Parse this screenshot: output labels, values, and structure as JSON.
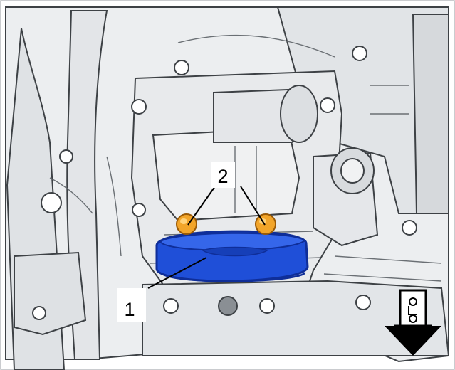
{
  "diagram": {
    "callouts": [
      {
        "id": "1",
        "label": "1",
        "part": "blue-cover"
      },
      {
        "id": "2",
        "label": "2",
        "part": "orange-bolts"
      }
    ],
    "colors": {
      "background": "#ffffff",
      "casting": "#e6e8ea",
      "casting_shadow": "#c9cdd1",
      "outline": "#3d4145",
      "highlight_part": "#1f4fd8",
      "highlight_part_dark": "#0f2e99",
      "bolts": "#f2a52a",
      "direction_arrow": "#000000"
    },
    "icons": [
      "down-arrow-icon"
    ]
  }
}
